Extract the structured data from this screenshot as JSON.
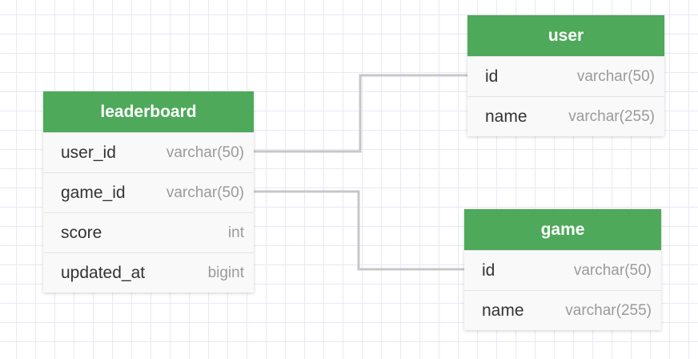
{
  "tables": {
    "leaderboard": {
      "title": "leaderboard",
      "columns": [
        {
          "name": "user_id",
          "type": "varchar(50)"
        },
        {
          "name": "game_id",
          "type": "varchar(50)"
        },
        {
          "name": "score",
          "type": "int"
        },
        {
          "name": "updated_at",
          "type": "bigint"
        }
      ]
    },
    "user": {
      "title": "user",
      "columns": [
        {
          "name": "id",
          "type": "varchar(50)"
        },
        {
          "name": "name",
          "type": "varchar(255)"
        }
      ]
    },
    "game": {
      "title": "game",
      "columns": [
        {
          "name": "id",
          "type": "varchar(50)"
        },
        {
          "name": "name",
          "type": "varchar(255)"
        }
      ]
    }
  },
  "relationships": [
    {
      "from": "leaderboard.user_id",
      "to": "user.id"
    },
    {
      "from": "leaderboard.game_id",
      "to": "game.id"
    }
  ],
  "colors": {
    "header": "#4ea95a",
    "connector": "#c7c7c7",
    "grid": "#e9e8f7"
  }
}
